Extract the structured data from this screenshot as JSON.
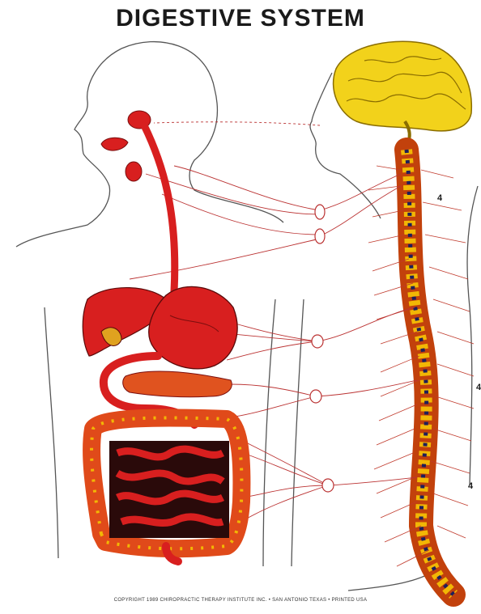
{
  "title": "DIGESTIVE SYSTEM",
  "level_labels": [
    "4",
    "4",
    "4"
  ],
  "copyright": "COPYRIGHT 1989 CHIROPRACTIC THERAPY INSTITUTE INC. • SAN ANTONIO TEXAS • PRINTED USA",
  "colors": {
    "organ": "#d81f1f",
    "nerve": "#c0392b",
    "brain": "#f2d21b",
    "outline": "#444444"
  }
}
